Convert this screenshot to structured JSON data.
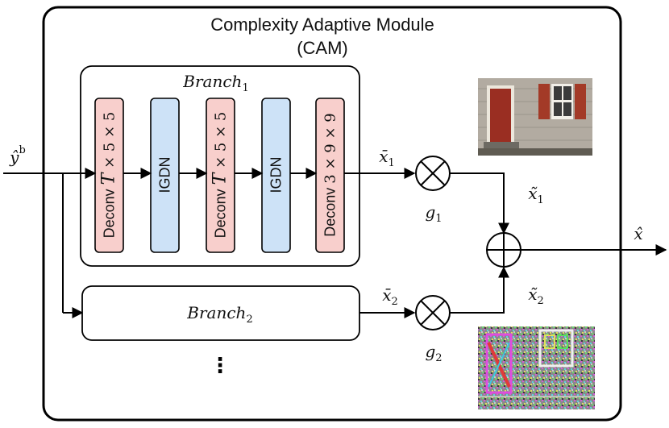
{
  "module": {
    "title_line1": "Complexity Adaptive Module",
    "title_line2": "(CAM)"
  },
  "input_label": "ŷ",
  "input_sup": "b",
  "output_label": "x̂",
  "branch1": {
    "name": "Branch",
    "sub": "1",
    "layers": [
      {
        "prefix": "Deconv",
        "italic": "T",
        "rest": " × 5 × 5",
        "color": "#f8cfcc"
      },
      {
        "prefix": "IGDN",
        "italic": "",
        "rest": "",
        "color": "#cde2f7"
      },
      {
        "prefix": "Deconv",
        "italic": "T",
        "rest": " × 5 × 5",
        "color": "#f8cfcc"
      },
      {
        "prefix": "IGDN",
        "italic": "",
        "rest": "",
        "color": "#cde2f7"
      },
      {
        "prefix": "Deconv",
        "italic": "",
        "rest": "3 × 9 × 9",
        "color": "#f8cfcc"
      }
    ]
  },
  "branch2": {
    "name": "Branch",
    "sub": "2"
  },
  "ellipsis": "⋮",
  "signals": {
    "xbar1": {
      "base": "x̄",
      "sub": "1"
    },
    "xbar2": {
      "base": "x̄",
      "sub": "2"
    },
    "g1": {
      "base": "g",
      "sub": "1"
    },
    "g2": {
      "base": "g",
      "sub": "2"
    },
    "xtilde1": {
      "base": "x̃",
      "sub": "1"
    },
    "xtilde2": {
      "base": "x̃",
      "sub": "2"
    }
  },
  "icons": {
    "multiply": "circled-times-icon",
    "add": "circled-plus-icon"
  },
  "images": {
    "top": "house-facade-image",
    "bottom": "noisy-residual-image"
  }
}
